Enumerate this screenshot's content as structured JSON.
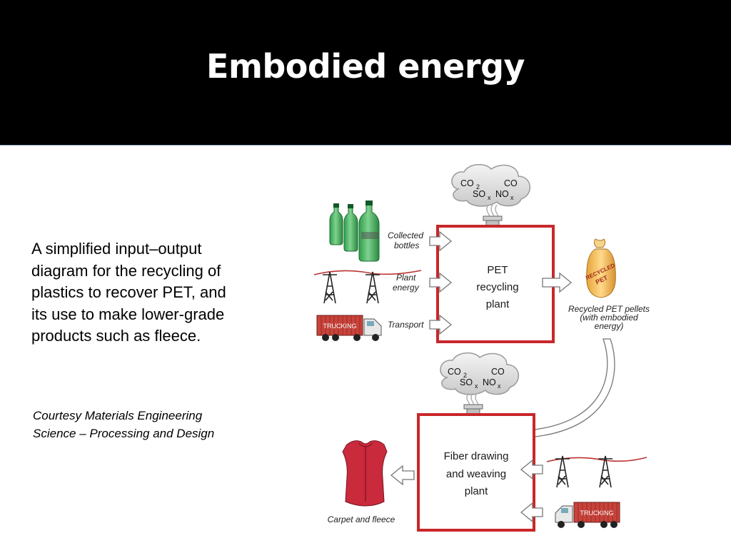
{
  "slide": {
    "title": "Embodied energy",
    "description": "A simplified input–output diagram for the recycling of plastics to recover PET, and its use to make lower-grade products such as fleece.",
    "credit": "Courtesy Materials Engineering Science – Processing and Design"
  },
  "diagram": {
    "inputs_top": {
      "collected_bottles": [
        "Collected",
        "bottles"
      ],
      "plant_energy": [
        "Plant",
        "energy"
      ],
      "transport": "Transport"
    },
    "plant1": [
      "PET",
      "recycling",
      "plant"
    ],
    "plant2": [
      "Fiber drawing",
      "and weaving",
      "plant"
    ],
    "output1": [
      "Recycled PET pellets",
      "(with embodied",
      "energy)"
    ],
    "output2": "Carpet and fleece",
    "emissions": {
      "co2": "CO",
      "co2_sub": "2",
      "co": "CO",
      "sox": "SO",
      "sox_sub": "x",
      "nox": "NO",
      "nox_sub": "x"
    },
    "truck_text": "TRUCKING",
    "bag_text": [
      "RECYCLED",
      "PET"
    ],
    "colors": {
      "plant_border": "#c8272a",
      "arrow_fill": "#ffffff",
      "cloud": "#dcdcdc"
    }
  }
}
